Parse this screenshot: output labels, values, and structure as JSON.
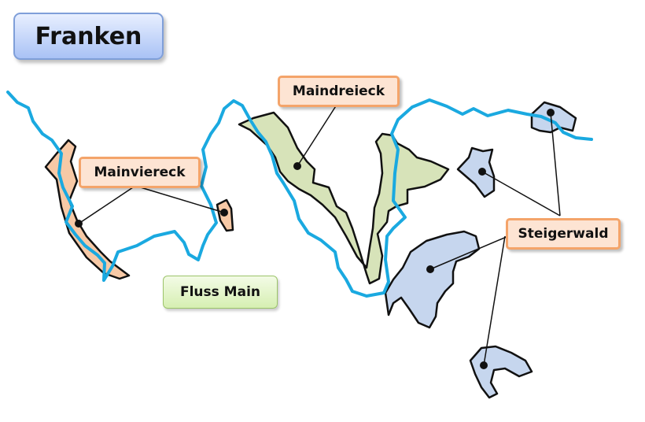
{
  "title": "Franken",
  "regions": {
    "mainviereck": "Mainviereck",
    "maindreieck": "Maindreieck",
    "steigerwald": "Steigerwald"
  },
  "river": "Fluss Main",
  "colors": {
    "river": "#1aa9e0",
    "mainviereck_fill": "#f7c9a6",
    "maindreieck_fill": "#d7e3b9",
    "steigerwald_fill": "#c6d6ee",
    "label_border": "#f4a46a",
    "title_border": "#7f9fd9",
    "river_label_border": "#9cc46a"
  }
}
